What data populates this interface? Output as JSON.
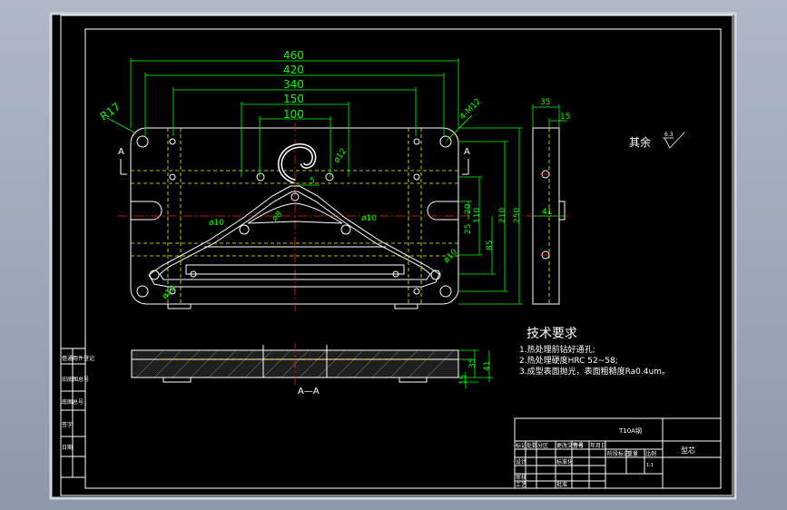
{
  "colors": {
    "background": "#000000",
    "frame": "#ffffff",
    "part_outline": "#ffffff",
    "dimension": "#00ff00",
    "centerline": "#ff2020",
    "hidden": "#ffff00",
    "hanger": "#ffffff",
    "bevel": "#b0b8c4"
  },
  "plan_view": {
    "dims_width": [
      "460",
      "420",
      "340",
      "150",
      "100"
    ],
    "radius_label": "R17",
    "hole_callout": "4-M12",
    "section_marker": "A",
    "phi12": "ø12",
    "phi10": "ø10",
    "phi8": "ø8",
    "dim_5": "5",
    "dims_height": [
      "25",
      "20",
      "110",
      "210",
      "250",
      "85"
    ]
  },
  "side_view": {
    "dim_35": "35",
    "dim_15": "15",
    "dim_41": "41"
  },
  "section_view": {
    "label": "A—A",
    "dims": [
      "35",
      "41",
      "15"
    ]
  },
  "roughness_note": {
    "label": "其余",
    "value": "6.3"
  },
  "tech_requirements": {
    "title": "技术要求",
    "items": [
      "1.热处理前钻好通孔;",
      "2.热处理硬度HRC 52~58;",
      "3.成型表面抛光，表面粗糙度Ra0.4um。"
    ]
  },
  "title_block": {
    "material": "T10A钢",
    "drawing_name": "型芯",
    "scale": "1:1",
    "cells": [
      "标记",
      "处数",
      "分区",
      "更改文件号",
      "签名",
      "年月日",
      "设计",
      "标准化",
      "阶段标记",
      "重量",
      "比例",
      "审核",
      "工艺",
      "批准"
    ]
  },
  "left_strip": {
    "cells": [
      "借通用件登记",
      "旧底图总号",
      "底图总号",
      "签字",
      "日期"
    ]
  }
}
